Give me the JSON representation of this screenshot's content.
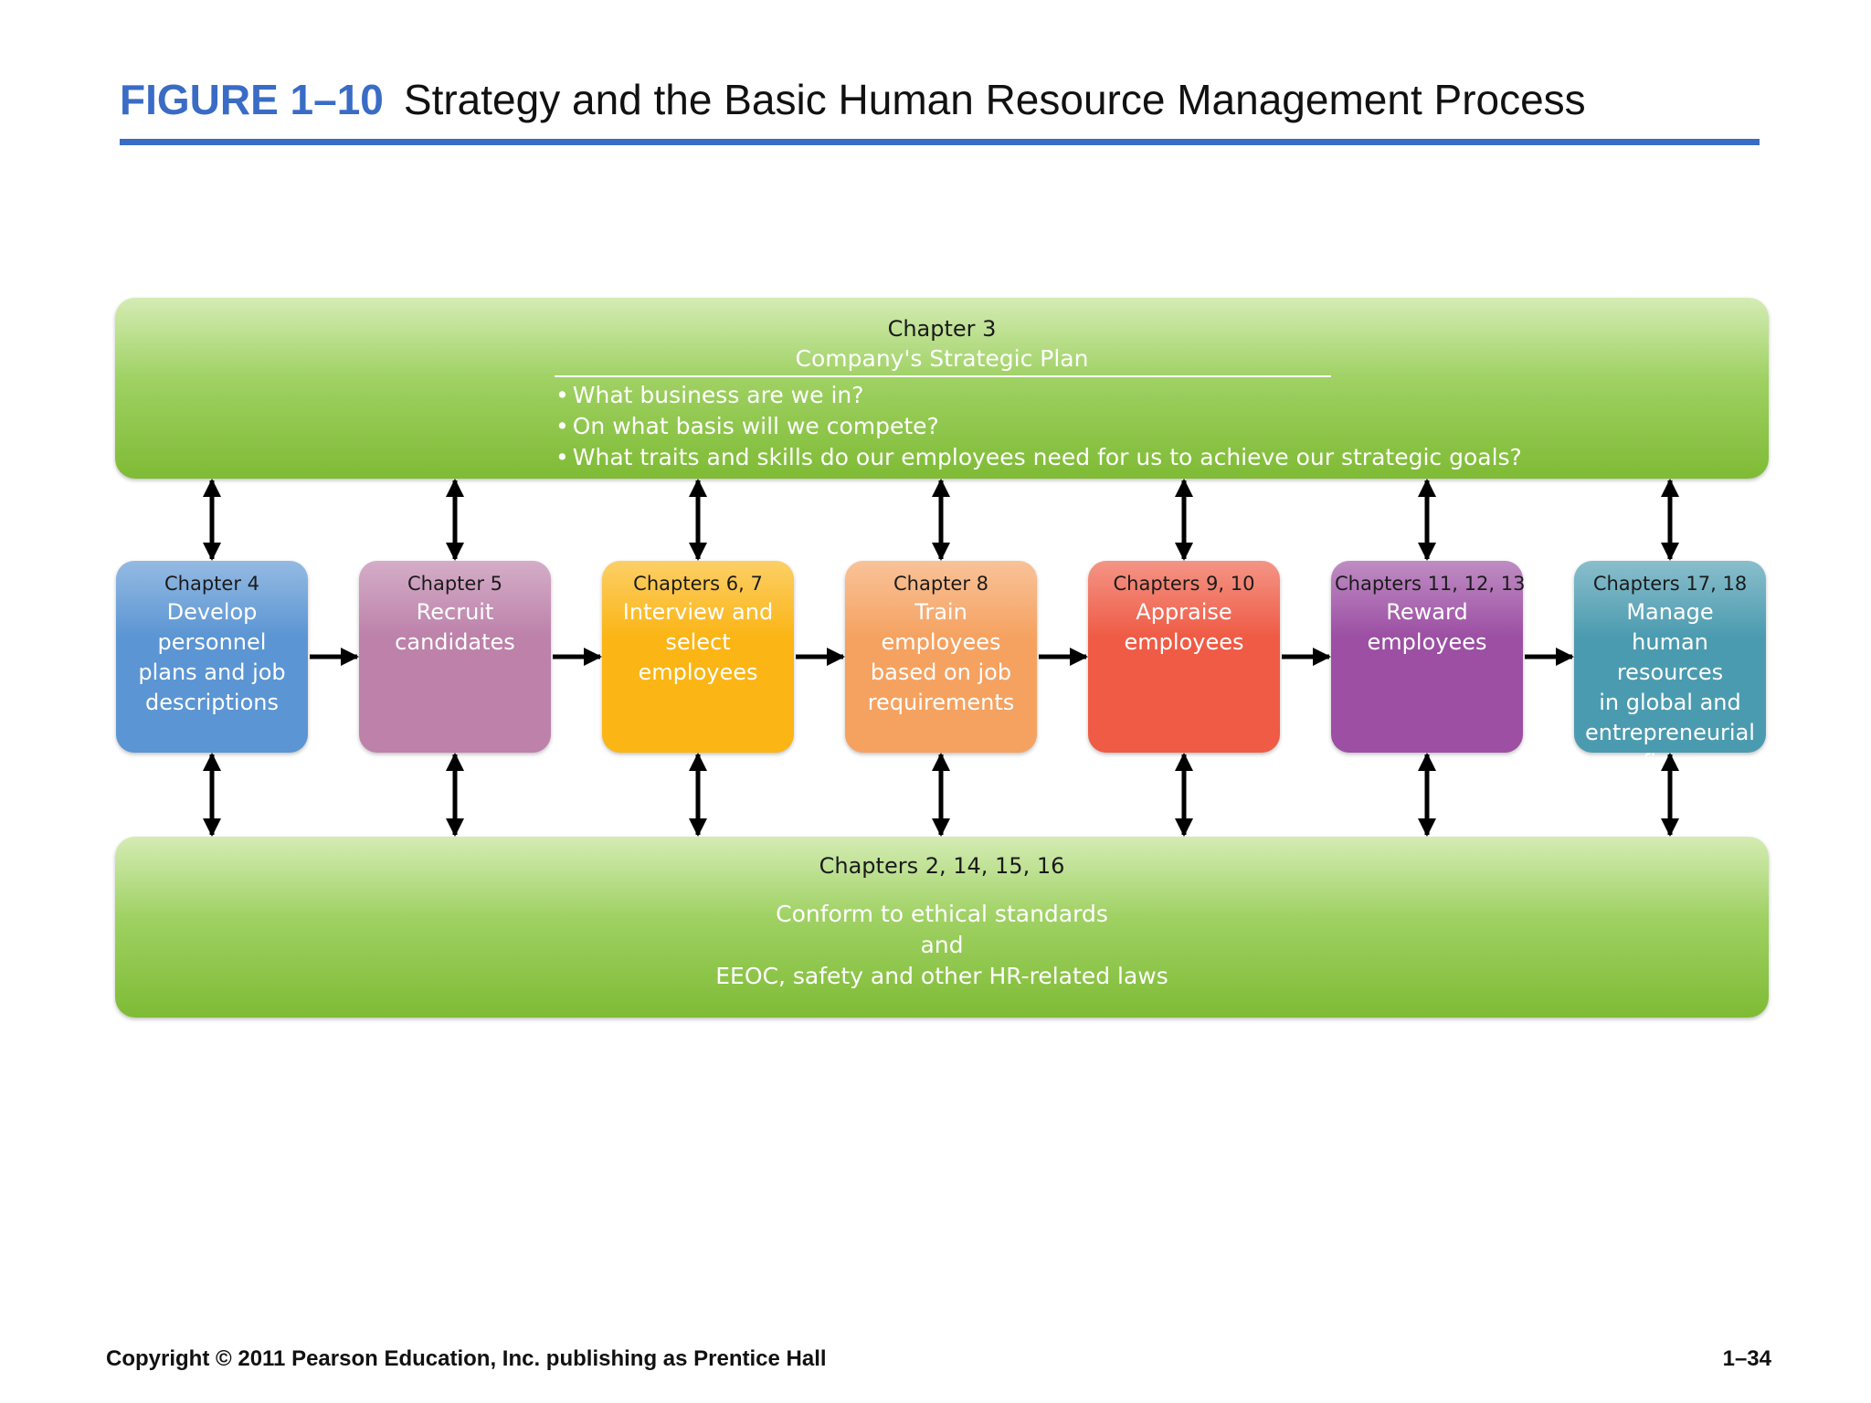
{
  "title": {
    "figure_label": "FIGURE 1–10",
    "text": "Strategy and the Basic Human Resource Management Process"
  },
  "top_band": {
    "chapter": "Chapter 3",
    "heading": "Company's Strategic Plan",
    "bullets": [
      "What business are we in?",
      "On what basis will we compete?",
      "What traits and skills do our employees need for us to achieve our strategic goals?"
    ]
  },
  "steps": [
    {
      "chapter": "Chapter 4",
      "lines": [
        "Develop",
        "personnel",
        "plans and job",
        "descriptions"
      ],
      "color": "#5b95d3"
    },
    {
      "chapter": "Chapter 5",
      "lines": [
        "Recruit",
        "candidates"
      ],
      "color": "#bd81aa"
    },
    {
      "chapter": "Chapters 6, 7",
      "lines": [
        "Interview and",
        "select",
        "employees"
      ],
      "color": "#fbb515"
    },
    {
      "chapter": "Chapter 8",
      "lines": [
        "Train",
        "employees",
        "based on job",
        "requirements"
      ],
      "color": "#f5a261"
    },
    {
      "chapter": "Chapters 9, 10",
      "lines": [
        "Appraise",
        "employees"
      ],
      "color": "#ef5b45"
    },
    {
      "chapter": "Chapters 11, 12, 13",
      "lines": [
        "Reward",
        "employees"
      ],
      "color": "#9c4fa3"
    },
    {
      "chapter": "Chapters 17, 18",
      "lines": [
        "Manage",
        "human resources",
        "in global and",
        "entrepreneurial",
        "firms"
      ],
      "color": "#4b9bb0"
    }
  ],
  "bottom_band": {
    "chapter": "Chapters 2, 14, 15, 16",
    "lines": [
      "Conform to ethical standards",
      "and",
      "EEOC, safety and other HR-related laws"
    ]
  },
  "footer": {
    "copyright": "Copyright © 2011 Pearson Education, Inc. publishing as Prentice Hall",
    "page": "1–34"
  }
}
